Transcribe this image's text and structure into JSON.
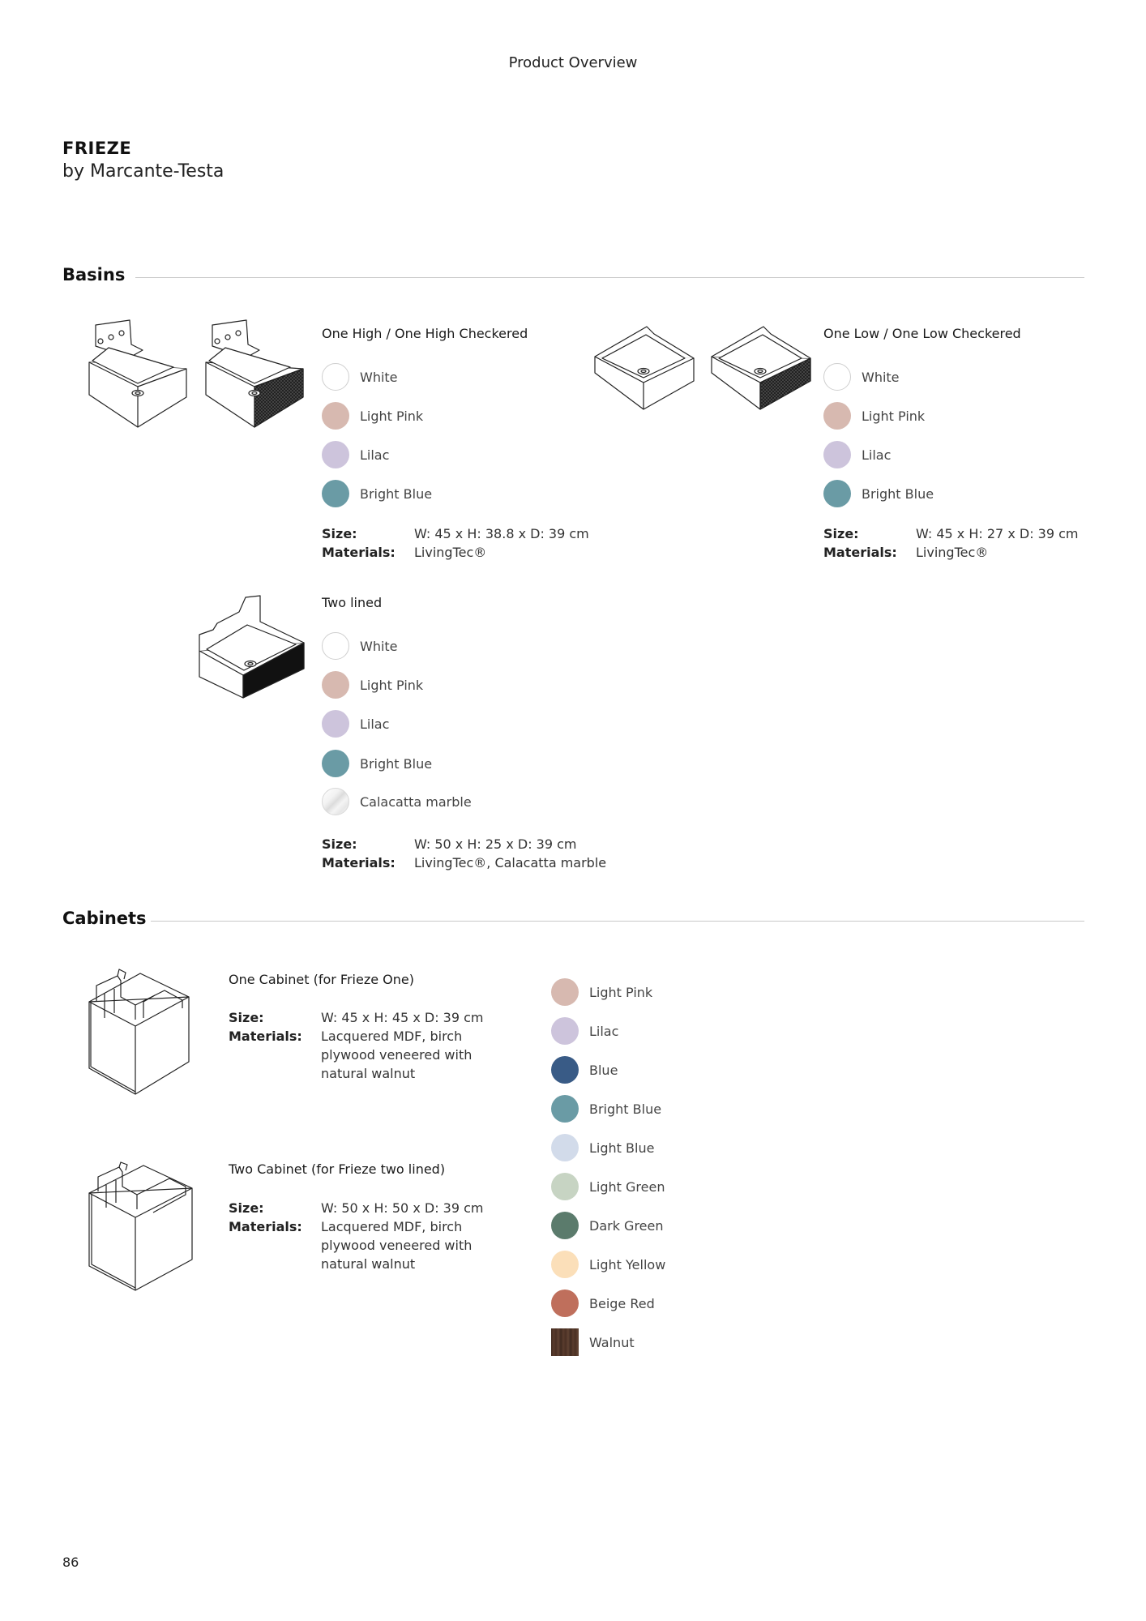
{
  "header": {
    "title": "Product Overview"
  },
  "product": {
    "name": "FRIEZE",
    "designer": "by Marcante-Testa"
  },
  "colors": {
    "white": "#ffffff",
    "light_pink": "#d7b9b0",
    "lilac": "#cdc4dc",
    "blue": "#395b86",
    "bright_blue": "#6a9ba5",
    "light_blue": "#d2dbea",
    "light_green": "#c7d4c3",
    "dark_green": "#5b7b6c",
    "light_yellow": "#fbdfb9",
    "beige_red": "#bf6f5c",
    "walnut": "#4e3428",
    "rule": "#c8c8c8"
  },
  "basins": {
    "section_title": "Basins",
    "products": [
      {
        "title": "One High / One High Checkered",
        "finishes": [
          "White",
          "Light Pink",
          "Lilac",
          "Bright Blue"
        ],
        "size_label": "Size:",
        "size": "W: 45 x H: 38.8 x D: 39 cm",
        "materials_label": "Materials:",
        "materials": "LivingTec®"
      },
      {
        "title": "One Low / One Low Checkered",
        "finishes": [
          "White",
          "Light Pink",
          "Lilac",
          "Bright Blue"
        ],
        "size_label": "Size:",
        "size": "W: 45 x H: 27 x D: 39 cm",
        "materials_label": "Materials:",
        "materials": "LivingTec®"
      },
      {
        "title": "Two lined",
        "finishes": [
          "White",
          "Light Pink",
          "Lilac",
          "Bright Blue",
          "Calacatta marble"
        ],
        "size_label": "Size:",
        "size": "W: 50 x H: 25 x D: 39 cm",
        "materials_label": "Materials:",
        "materials": "LivingTec®, Calacatta marble"
      }
    ]
  },
  "cabinets": {
    "section_title": "Cabinets",
    "products": [
      {
        "title": "One Cabinet (for Frieze One)",
        "size_label": "Size:",
        "size": "W: 45 x H: 45 x D: 39 cm",
        "materials_label": "Materials:",
        "materials_lines": [
          "Lacquered MDF, birch",
          "plywood veneered with",
          "natural walnut"
        ]
      },
      {
        "title": "Two Cabinet (for Frieze two lined)",
        "size_label": "Size:",
        "size": "W: 50 x H: 50 x D: 39 cm",
        "materials_label": "Materials:",
        "materials_lines": [
          "Lacquered MDF, birch",
          "plywood veneered with",
          "natural walnut"
        ]
      }
    ],
    "finishes": [
      "Light Pink",
      "Lilac",
      "Blue",
      "Bright Blue",
      "Light Blue",
      "Light Green",
      "Dark Green",
      "Light Yellow",
      "Beige Red",
      "Walnut"
    ]
  },
  "page_number": "86"
}
